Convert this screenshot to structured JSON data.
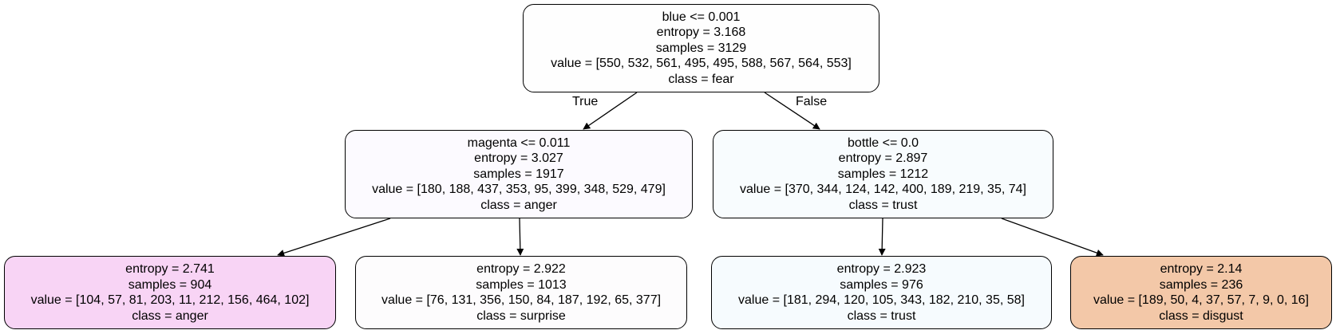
{
  "tree": {
    "root": {
      "split": "blue <= 0.001",
      "entropy": "entropy = 3.168",
      "samples": "samples = 3129",
      "value": "value = [550, 532, 561, 495, 495, 588, 567, 564, 553]",
      "class": "class = fear",
      "fill": "#fefefe"
    },
    "left": {
      "split": "magenta <= 0.011",
      "entropy": "entropy = 3.027",
      "samples": "samples = 1917",
      "value": "value = [180, 188, 437, 353, 95, 399, 348, 529, 479]",
      "class": "class = anger",
      "fill": "#fcfaff"
    },
    "right": {
      "split": "bottle <= 0.0",
      "entropy": "entropy = 2.897",
      "samples": "samples = 1212",
      "value": "value = [370, 344, 124, 142, 400, 189, 219, 35, 74]",
      "class": "class = trust",
      "fill": "#f8fcfe"
    },
    "leaf_ll": {
      "entropy": "entropy = 2.741",
      "samples": "samples = 904",
      "value": "value = [104, 57, 81, 203, 11, 212, 156, 464, 102]",
      "class": "class = anger",
      "fill": "#f8d4f5"
    },
    "leaf_lr": {
      "entropy": "entropy = 2.922",
      "samples": "samples = 1013",
      "value": "value = [76, 131, 356, 150, 84, 187, 192, 65, 377]",
      "class": "class = surprise",
      "fill": "#fdfcfd"
    },
    "leaf_rl": {
      "entropy": "entropy = 2.923",
      "samples": "samples = 976",
      "value": "value = [181, 294, 120, 105, 343, 182, 210, 35, 58]",
      "class": "class = trust",
      "fill": "#f6fbfe"
    },
    "leaf_rr": {
      "entropy": "entropy = 2.14",
      "samples": "samples = 236",
      "value": "value = [189, 50, 4, 37, 57, 7, 9, 0, 16]",
      "class": "class = disgust",
      "fill": "#f3c8a8"
    }
  },
  "edge_labels": {
    "true_label": "True",
    "false_label": "False"
  },
  "colors": {
    "edge": "#000000",
    "border": "#000000"
  }
}
